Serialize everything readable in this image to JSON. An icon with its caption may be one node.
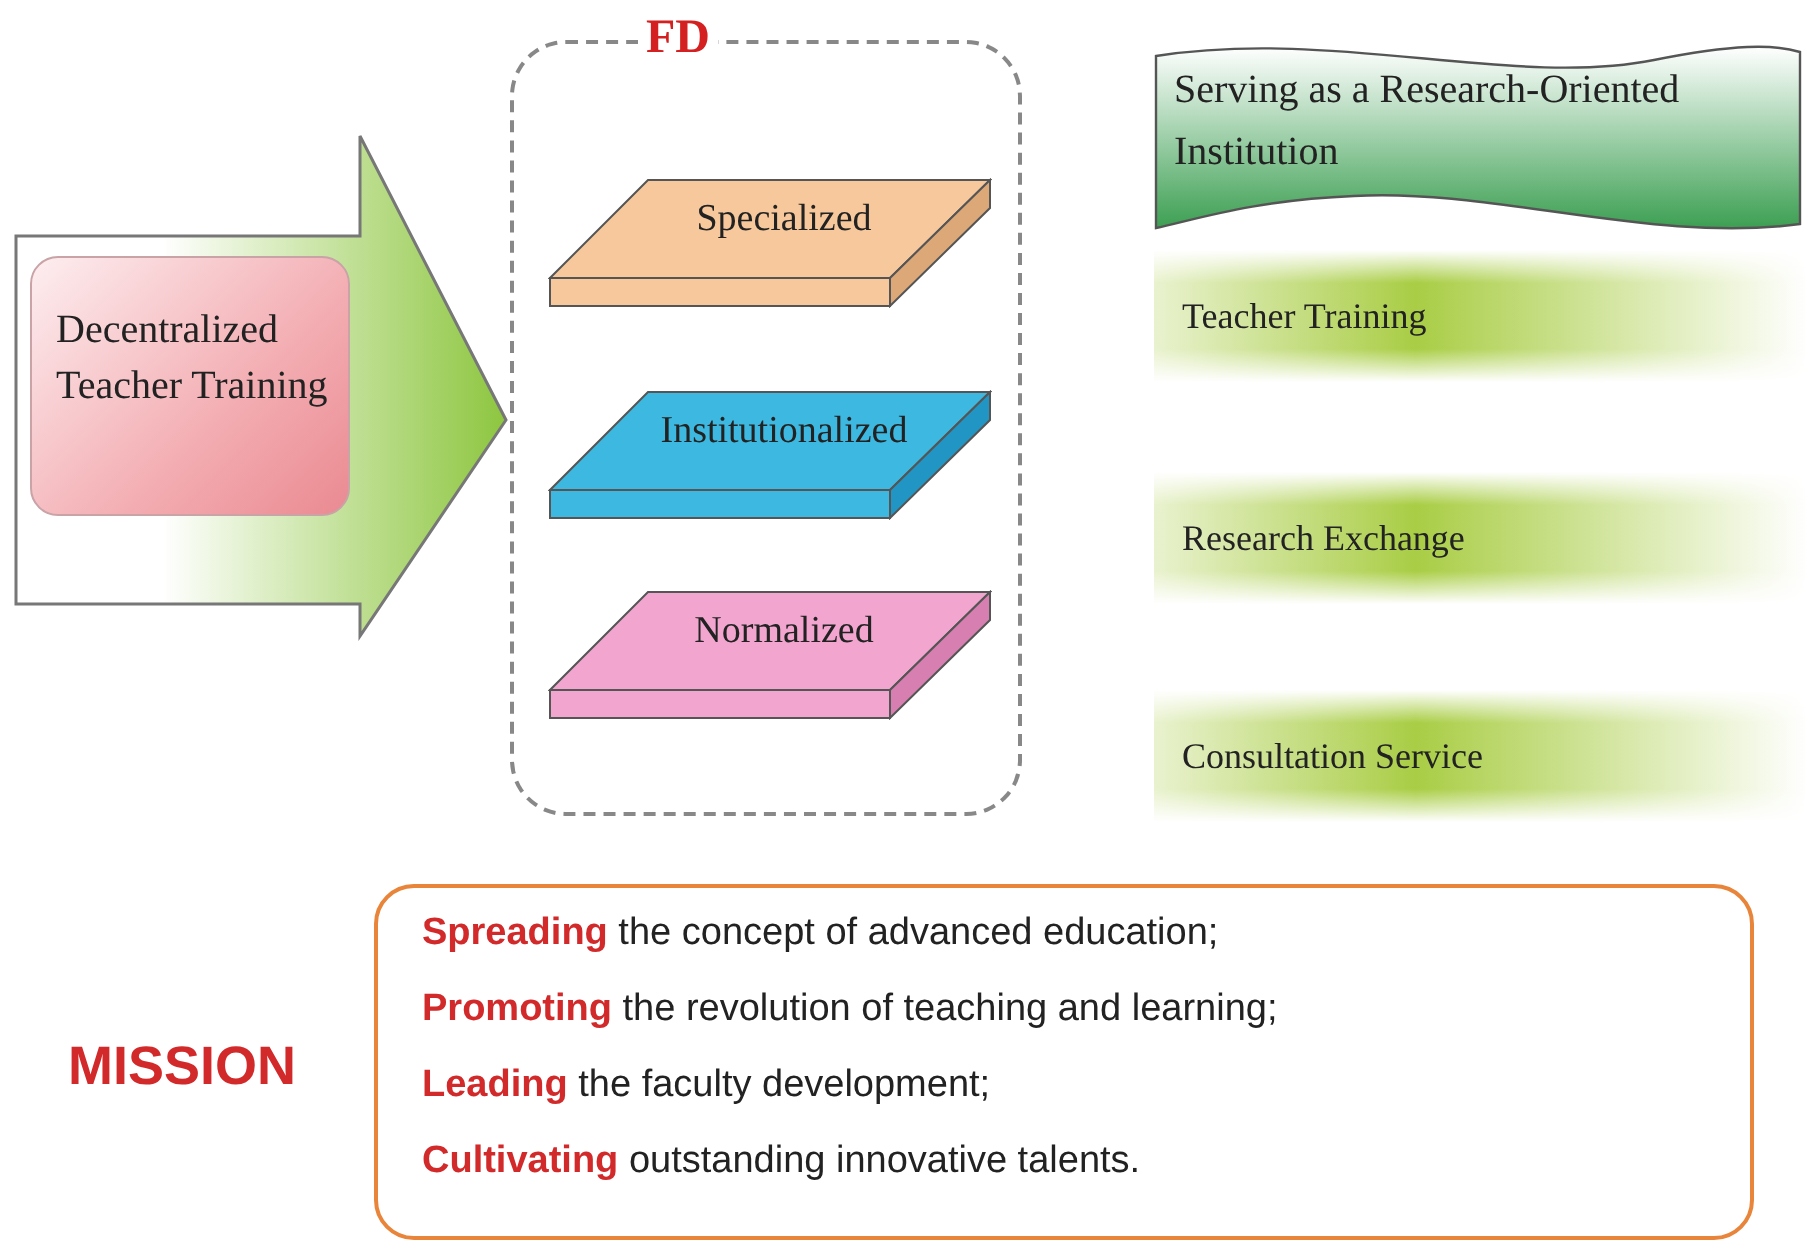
{
  "diagram": {
    "nodes": [
      {
        "text": [
          "Decentralized Teacher Training"
        ]
      },
      {
        "text": [
          "FD"
        ]
      },
      {
        "text": [
          "Specialized"
        ],
        "in": 1
      },
      {
        "text": [
          "Institutionalized"
        ],
        "in": 1
      },
      {
        "text": [
          "Normalized"
        ],
        "in": 1
      },
      {
        "text": [
          "Serving as a Research-Oriented Institution"
        ]
      },
      {
        "text": [
          "Teacher Training"
        ]
      },
      {
        "text": [
          "Research Exchange"
        ]
      },
      {
        "text": [
          "Consultation Service"
        ]
      },
      {
        "text": [
          "**Spreading** the concept of advanced education;",
          "**Promoting** the revolution of teaching and learning;",
          "**Leading** the faculty development;",
          "**Cultivating** outstanding innovative talents."
        ],
        "beside": [
          "MISSION"
        ]
      }
    ],
    "edges": [
      {
        "from": 0,
        "to": 1,
        "arrow": "to",
        "style": "thick",
        "color": "#8dc63f"
      }
    ]
  }
}
